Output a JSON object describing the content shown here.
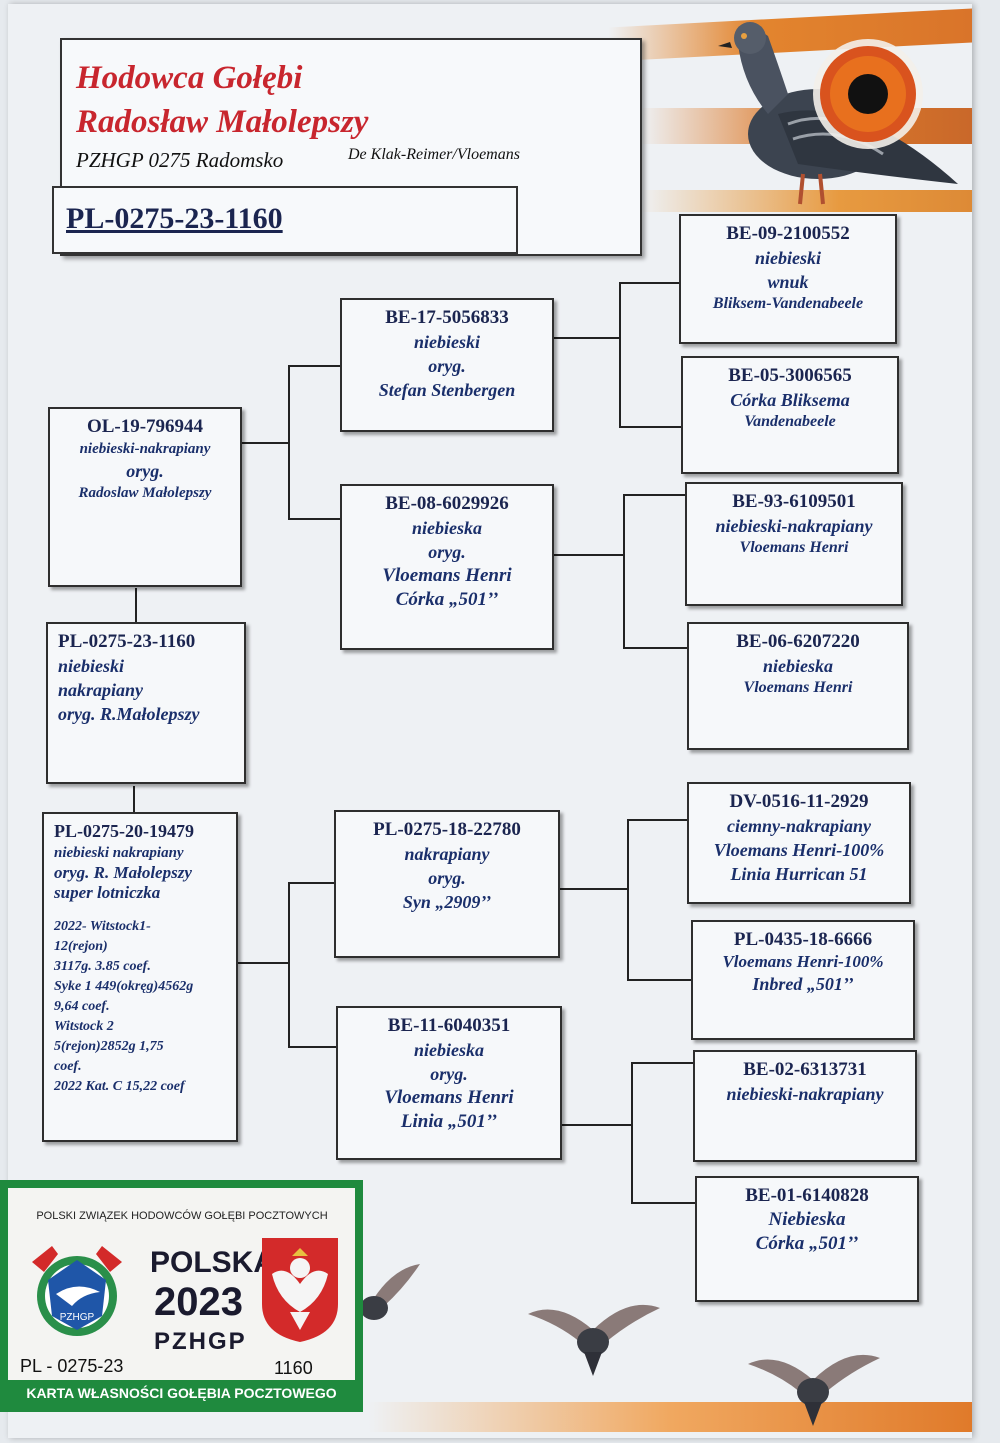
{
  "header": {
    "title_line1": "Hodowca Gołębi",
    "title_line2": "Radosław Małolepszy",
    "club": "PZHGP 0275 Radomsko",
    "lineage": "De Klak-Reimer/Vloemans",
    "ring": "PL-0275-23-1160"
  },
  "subject": {
    "ring": "PL-0275-23-1160",
    "line1": "niebieski",
    "line2": "nakrapiany",
    "line3": "oryg. R.Małolepszy"
  },
  "father": {
    "ring": "OL-19-796944",
    "line1": "niebieski-nakrapiany",
    "line2": "oryg.",
    "line3": "Radoslaw Małolepszy"
  },
  "mother": {
    "ring": "PL-0275-20-19479",
    "line1": "niebieski nakrapiany",
    "line2": "oryg. R. Małolepszy",
    "line3": "super lotniczka",
    "results": [
      "2022- Witstock1-",
      "12(rejon)",
      "3117g. 3.85 coef.",
      "Syke 1 449(okręg)4562g",
      "9,64 coef.",
      "Witstock 2",
      "5(rejon)2852g 1,75",
      "coef.",
      "2022 Kat. C 15,22 coef"
    ]
  },
  "ff": {
    "ring": "BE-17-5056833",
    "line1": "niebieski",
    "line2": "oryg.",
    "line3": "Stefan Stenbergen"
  },
  "fm": {
    "ring": "BE-08-6029926",
    "line1": "niebieska",
    "line2": "oryg.",
    "line3": "Vloemans Henri",
    "line4": "Córka „501’’"
  },
  "mf": {
    "ring": "PL-0275-18-22780",
    "line1": "nakrapiany",
    "line2": "oryg.",
    "line3": "Syn „2909’’"
  },
  "mm": {
    "ring": "BE-11-6040351",
    "line1": "niebieska",
    "line2": "oryg.",
    "line3": "Vloemans Henri",
    "line4": "Linia „501’’"
  },
  "fff": {
    "ring": "BE-09-2100552",
    "line1": "niebieski",
    "line2": "wnuk",
    "line3": "Bliksem-Vandenabeele"
  },
  "ffm": {
    "ring": "BE-05-3006565",
    "line1": "Córka   Bliksema",
    "line2": "Vandenabeele"
  },
  "fmf": {
    "ring": "BE-93-6109501",
    "line1": "niebieski-nakrapiany",
    "line2": "Vloemans Henri"
  },
  "fmm": {
    "ring": "BE-06-6207220",
    "line1": "niebieska",
    "line2": "Vloemans Henri"
  },
  "mff": {
    "ring": "DV-0516-11-2929",
    "line1": "ciemny-nakrapiany",
    "line2": "Vloemans Henri-100%",
    "line3": "Linia Hurrican 51"
  },
  "mfm": {
    "ring": "PL-0435-18-6666",
    "line1": "Vloemans Henri-100%",
    "line2": "Inbred „501’’"
  },
  "mmf": {
    "ring": "BE-02-6313731",
    "line1": "niebieski-nakrapiany"
  },
  "mmm": {
    "ring": "BE-01-6140828",
    "line1": "Niebieska",
    "line2": "Córka „501’’"
  },
  "badge": {
    "org": "POLSKI ZWIĄZEK HODOWCÓW GOŁĘBI POCZTOWYCH",
    "country": "POLSKA",
    "year": "2023",
    "abbr": "PZHGP",
    "logo_text": "PZHGP",
    "ring_prefix": "PL - 0275-23",
    "ring_number": "1160",
    "footer": "KARTA  WŁASNOŚCI GOŁĘBIA POCZTOWEGO"
  },
  "colors": {
    "title_red": "#c8262e",
    "text_blue": "#1a2f6b",
    "badge_green": "#1f8a3e",
    "stripe_orange": "#e0802a"
  }
}
